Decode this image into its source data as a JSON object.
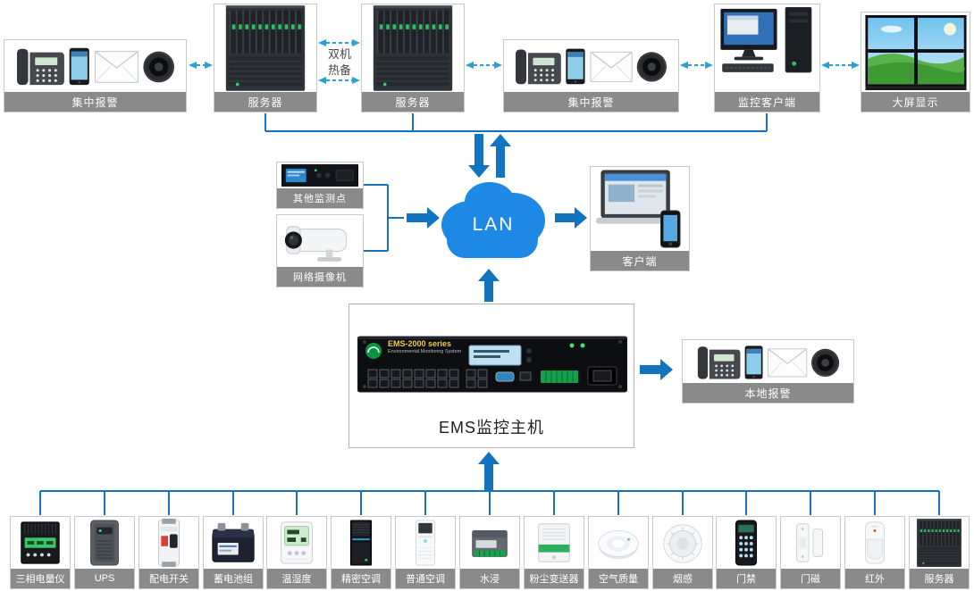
{
  "nodes": {
    "alarm_left": "集中报警",
    "server_left": "服务器",
    "server_right": "服务器",
    "alarm_right": "集中报警",
    "monitor_client": "监控客户端",
    "big_screen": "大屏显示",
    "other_monitor_points": "其他监测点",
    "network_camera": "网络摄像机",
    "client": "客户端",
    "ems_host": "EMS监控主机",
    "local_alarm": "本地报警"
  },
  "labels": {
    "hot_standby": "双机热备",
    "lan": "LAN"
  },
  "ems_device": {
    "model": "EMS-2000 series",
    "subtitle": "Environmental Monitoring System"
  },
  "bottom_row": [
    "三相电量仪",
    "UPS",
    "配电开关",
    "蓄电池组",
    "温湿度",
    "精密空调",
    "普通空调",
    "水浸",
    "粉尘变送器",
    "空气质量",
    "烟感",
    "门禁",
    "门磁",
    "红外",
    "服务器"
  ],
  "colors": {
    "label_bg": "#8a8a8a",
    "wire_blue": "#1274bf",
    "dashed_blue": "#2aa0d8",
    "cloud_blue": "#1e88e5"
  }
}
